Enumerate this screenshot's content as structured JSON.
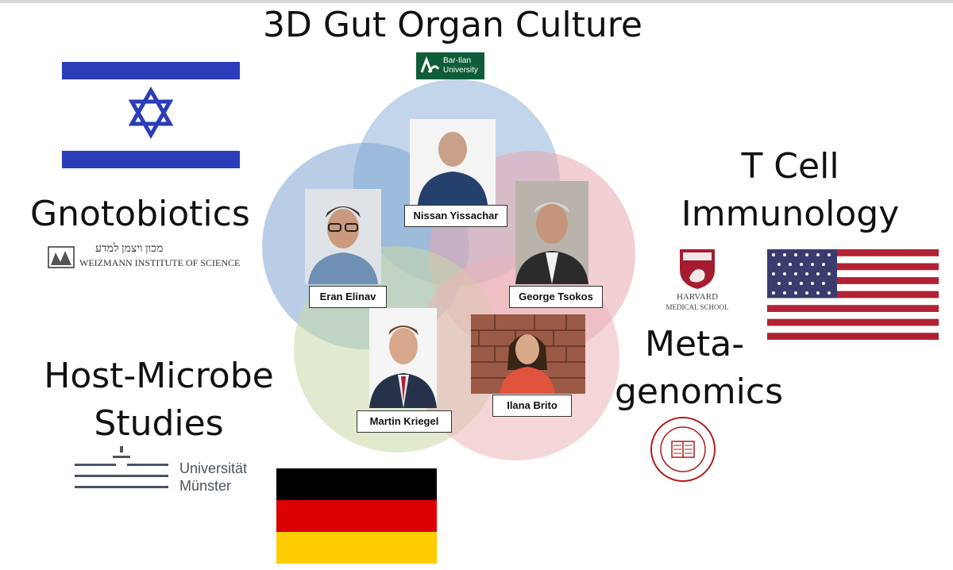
{
  "labels": {
    "title": "3D Gut Organ Culture",
    "gnotobiotics": "Gnotobiotics",
    "tcell_line1": "T Cell",
    "tcell_line2": "Immunology",
    "hostmicrobe_line1": "Host-Microbe",
    "hostmicrobe_line2": "Studies",
    "metagenomics_line1": "Meta-",
    "metagenomics_line2": "genomics"
  },
  "people": [
    {
      "name": "Nissan Yissachar"
    },
    {
      "name": "Eran Elinav"
    },
    {
      "name": "George Tsokos"
    },
    {
      "name": "Martin Kriegel"
    },
    {
      "name": "Ilana Brito"
    }
  ],
  "logos": {
    "barilan_line1": "Bar-Ilan",
    "barilan_line2": "University",
    "weizmann_hebrew": "מכון ויצמן למדע",
    "weizmann_english": "WEIZMANN INSTITUTE OF SCIENCE",
    "harvard_line1": "HARVARD",
    "harvard_line2": "MEDICAL SCHOOL",
    "munster_line1": "Universität",
    "munster_line2": "Münster"
  },
  "colors": {
    "circle_blue": "#8fb3d9",
    "circle_pink": "#e8a7ad",
    "circle_green": "#c9d9a8",
    "israel_blue": "#2a3cb8",
    "harvard_red": "#a51c30",
    "cornell_red": "#b31b1b",
    "barilan_green": "#0f5c3a"
  }
}
